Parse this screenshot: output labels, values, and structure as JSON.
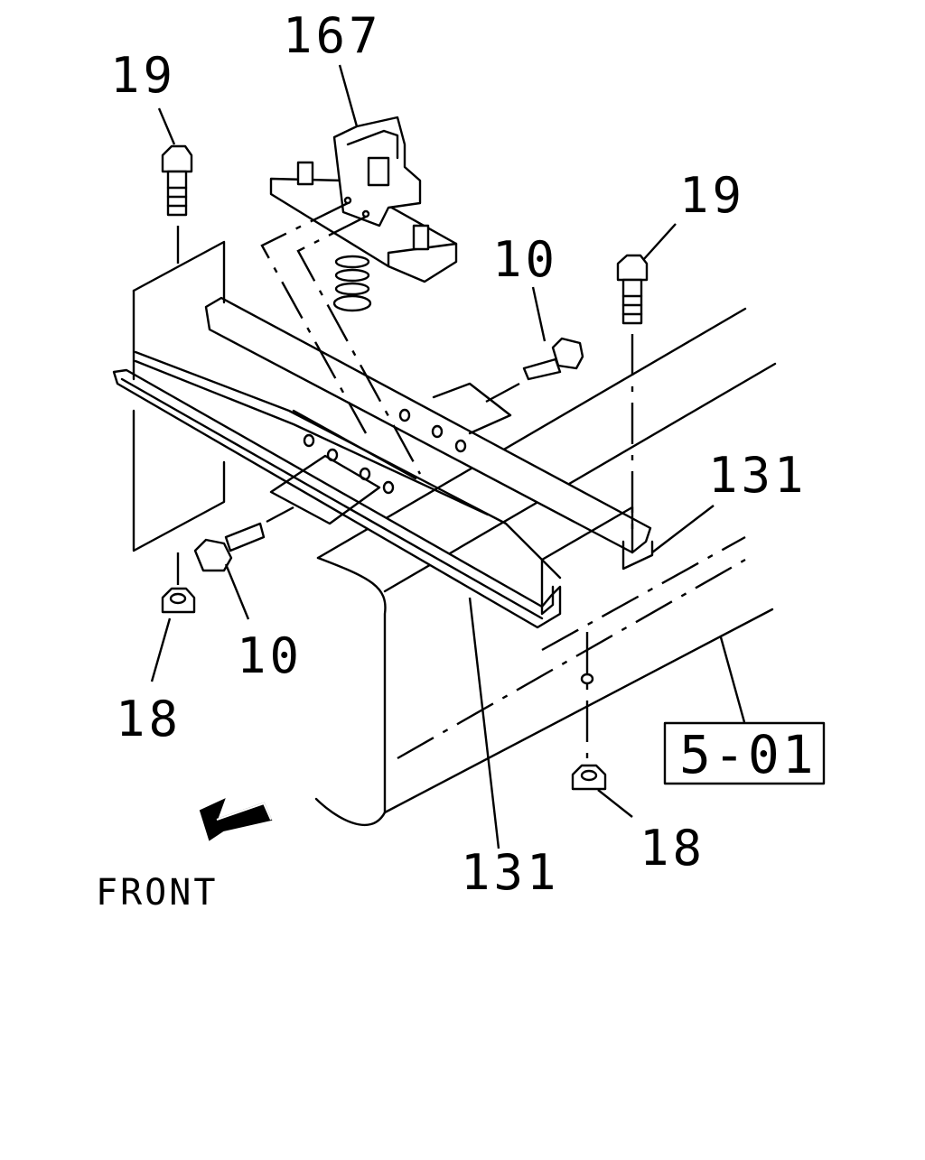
{
  "callouts": {
    "bolt_top_left": "19",
    "bracket_top": "167",
    "bolt_top_right": "19",
    "bolt_mid_right": "10",
    "crossmember_right": "131",
    "bolt_mid_left": "10",
    "nut_left": "18",
    "crossmember_bottom": "131",
    "nut_right": "18"
  },
  "reference_box": "5-01",
  "front_label": "FRONT"
}
